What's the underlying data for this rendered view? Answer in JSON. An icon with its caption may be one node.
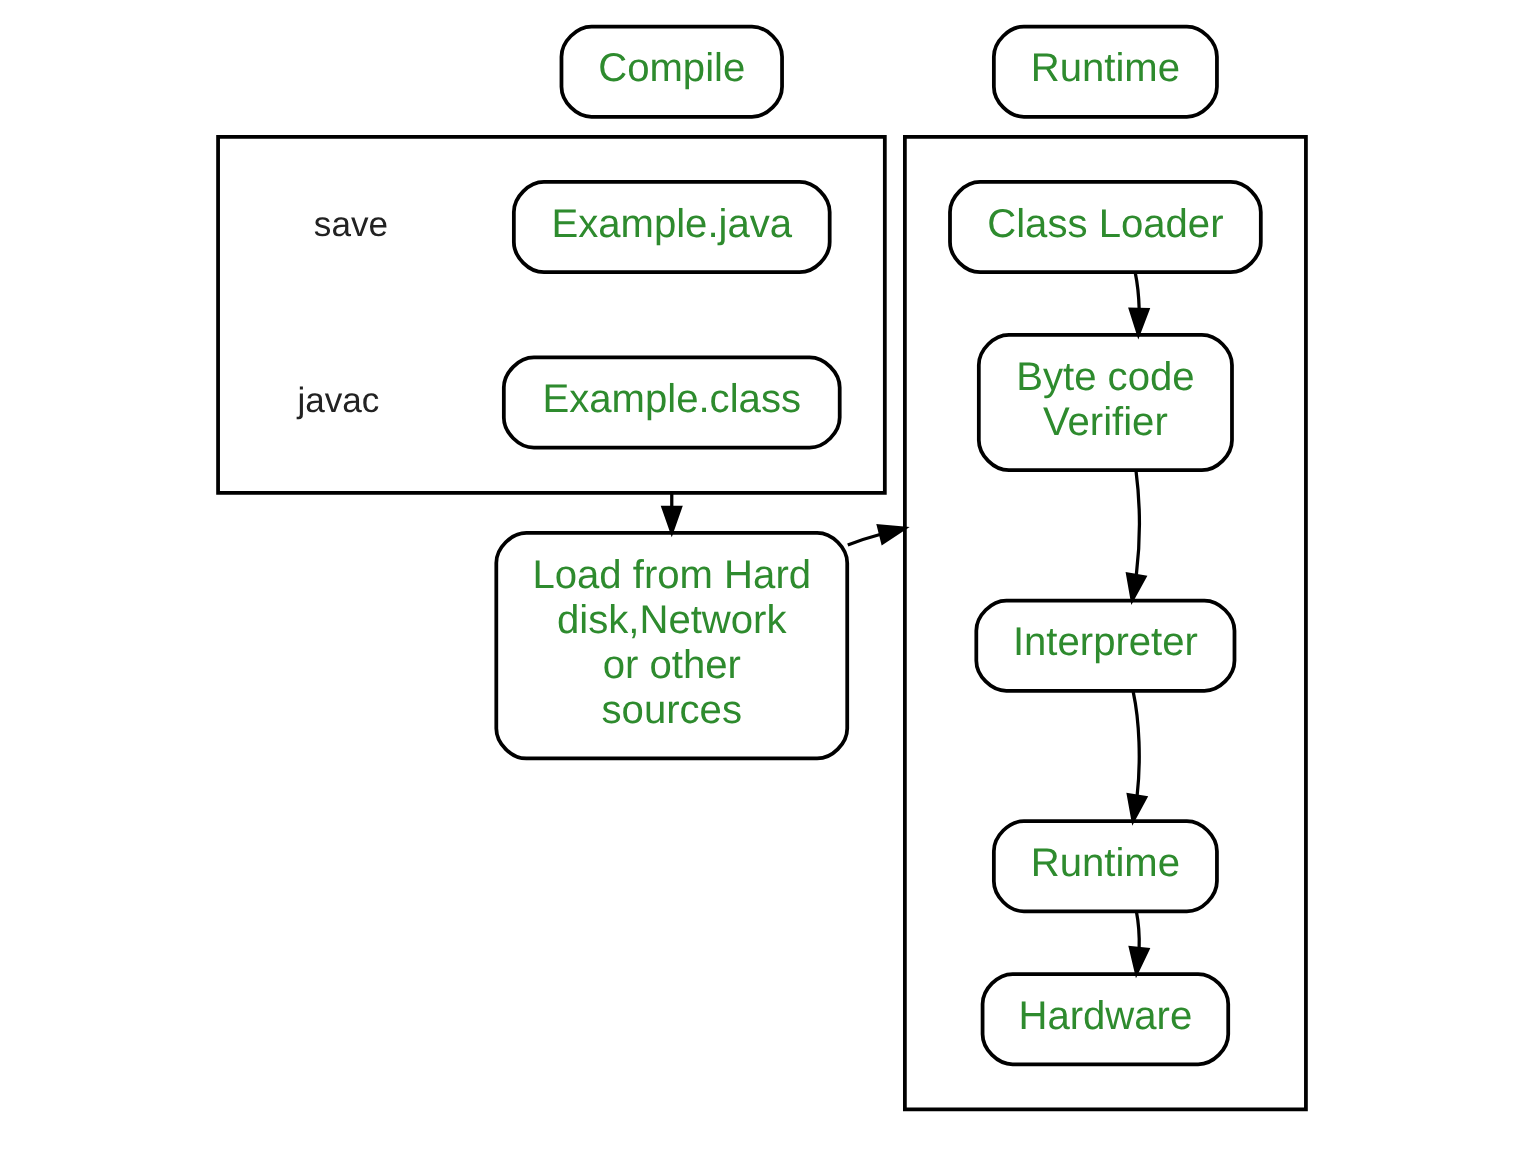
{
  "diagram": {
    "nodes": [
      {
        "text": [
          "Compile"
        ]
      },
      {
        "text": [],
        "shape": "box"
      },
      {
        "text": [
          "Example.java"
        ],
        "in": 1,
        "beside": [
          "save"
        ]
      },
      {
        "text": [
          "Example.class"
        ],
        "in": 1,
        "beside": [
          "javac"
        ]
      },
      {
        "text": [
          "Load from Hard disk,Network or other sources"
        ]
      },
      {
        "text": [
          "Runtime"
        ]
      },
      {
        "text": [],
        "shape": "box"
      },
      {
        "text": [
          "Class Loader"
        ],
        "in": 6
      },
      {
        "text": [
          "Byte code Verifier"
        ],
        "in": 6
      },
      {
        "text": [
          "Interpreter"
        ],
        "in": 6
      },
      {
        "text": [
          "Runtime"
        ],
        "in": 6
      },
      {
        "text": [
          "Hardware"
        ],
        "in": 6
      }
    ],
    "edges": [
      {
        "from": 1,
        "to": 4,
        "arrow": "to"
      },
      {
        "from": 4,
        "to": 6,
        "arrow": "to"
      },
      {
        "from": 7,
        "to": 8,
        "arrow": "to"
      },
      {
        "from": 8,
        "to": 9,
        "arrow": "to"
      },
      {
        "from": 9,
        "to": 10,
        "arrow": "to"
      },
      {
        "from": 10,
        "to": 11,
        "arrow": "to"
      }
    ]
  }
}
